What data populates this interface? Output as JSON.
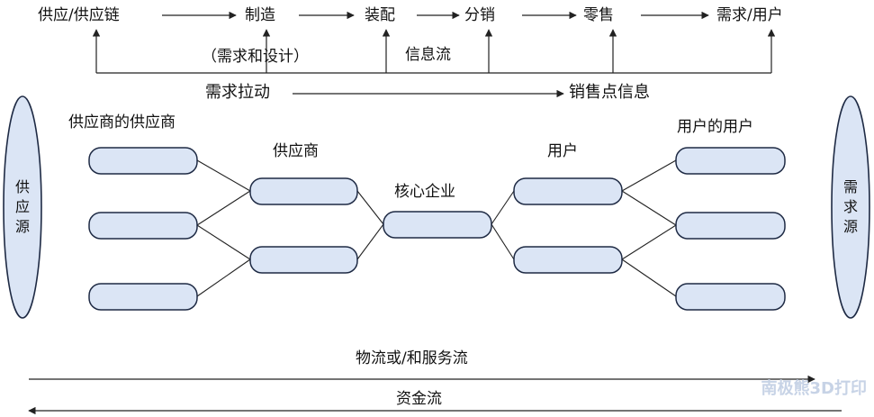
{
  "chain": {
    "stages": [
      "供应/供应链",
      "制造",
      "装配",
      "分销",
      "零售",
      "需求/用户"
    ],
    "design_note": "（需求和设计）",
    "info_flow": "信息流",
    "demand_pull": "需求拉动",
    "pos_info": "销售点信息"
  },
  "network": {
    "supplier_of_supplier": "供应商的供应商",
    "supplier": "供应商",
    "core": "核心企业",
    "customer": "用户",
    "customer_of_customer": "用户的用户",
    "supply_source": [
      "供",
      "应",
      "源"
    ],
    "demand_source": [
      "需",
      "求",
      "源"
    ]
  },
  "flows": {
    "material": "物流或/和服务流",
    "capital": "资金流"
  },
  "watermark": "南极熊3D打印",
  "colors": {
    "node_fill": "#dbe5f5",
    "node_stroke": "#1e2a44",
    "line": "#222222"
  }
}
